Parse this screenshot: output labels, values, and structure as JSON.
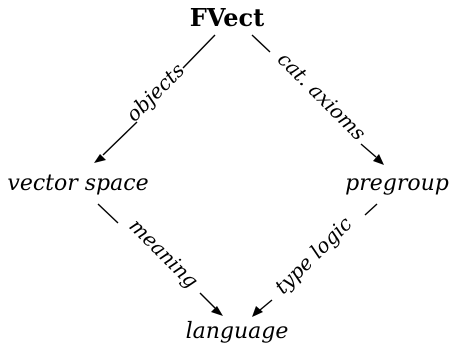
{
  "nodes": {
    "top": "FVect",
    "left": "vector space",
    "right": "pregroup",
    "bottom": "language"
  },
  "edges": {
    "top_left": "objects",
    "top_right": "cat. axioms",
    "left_bottom": "meaning",
    "right_bottom": "type logic"
  }
}
